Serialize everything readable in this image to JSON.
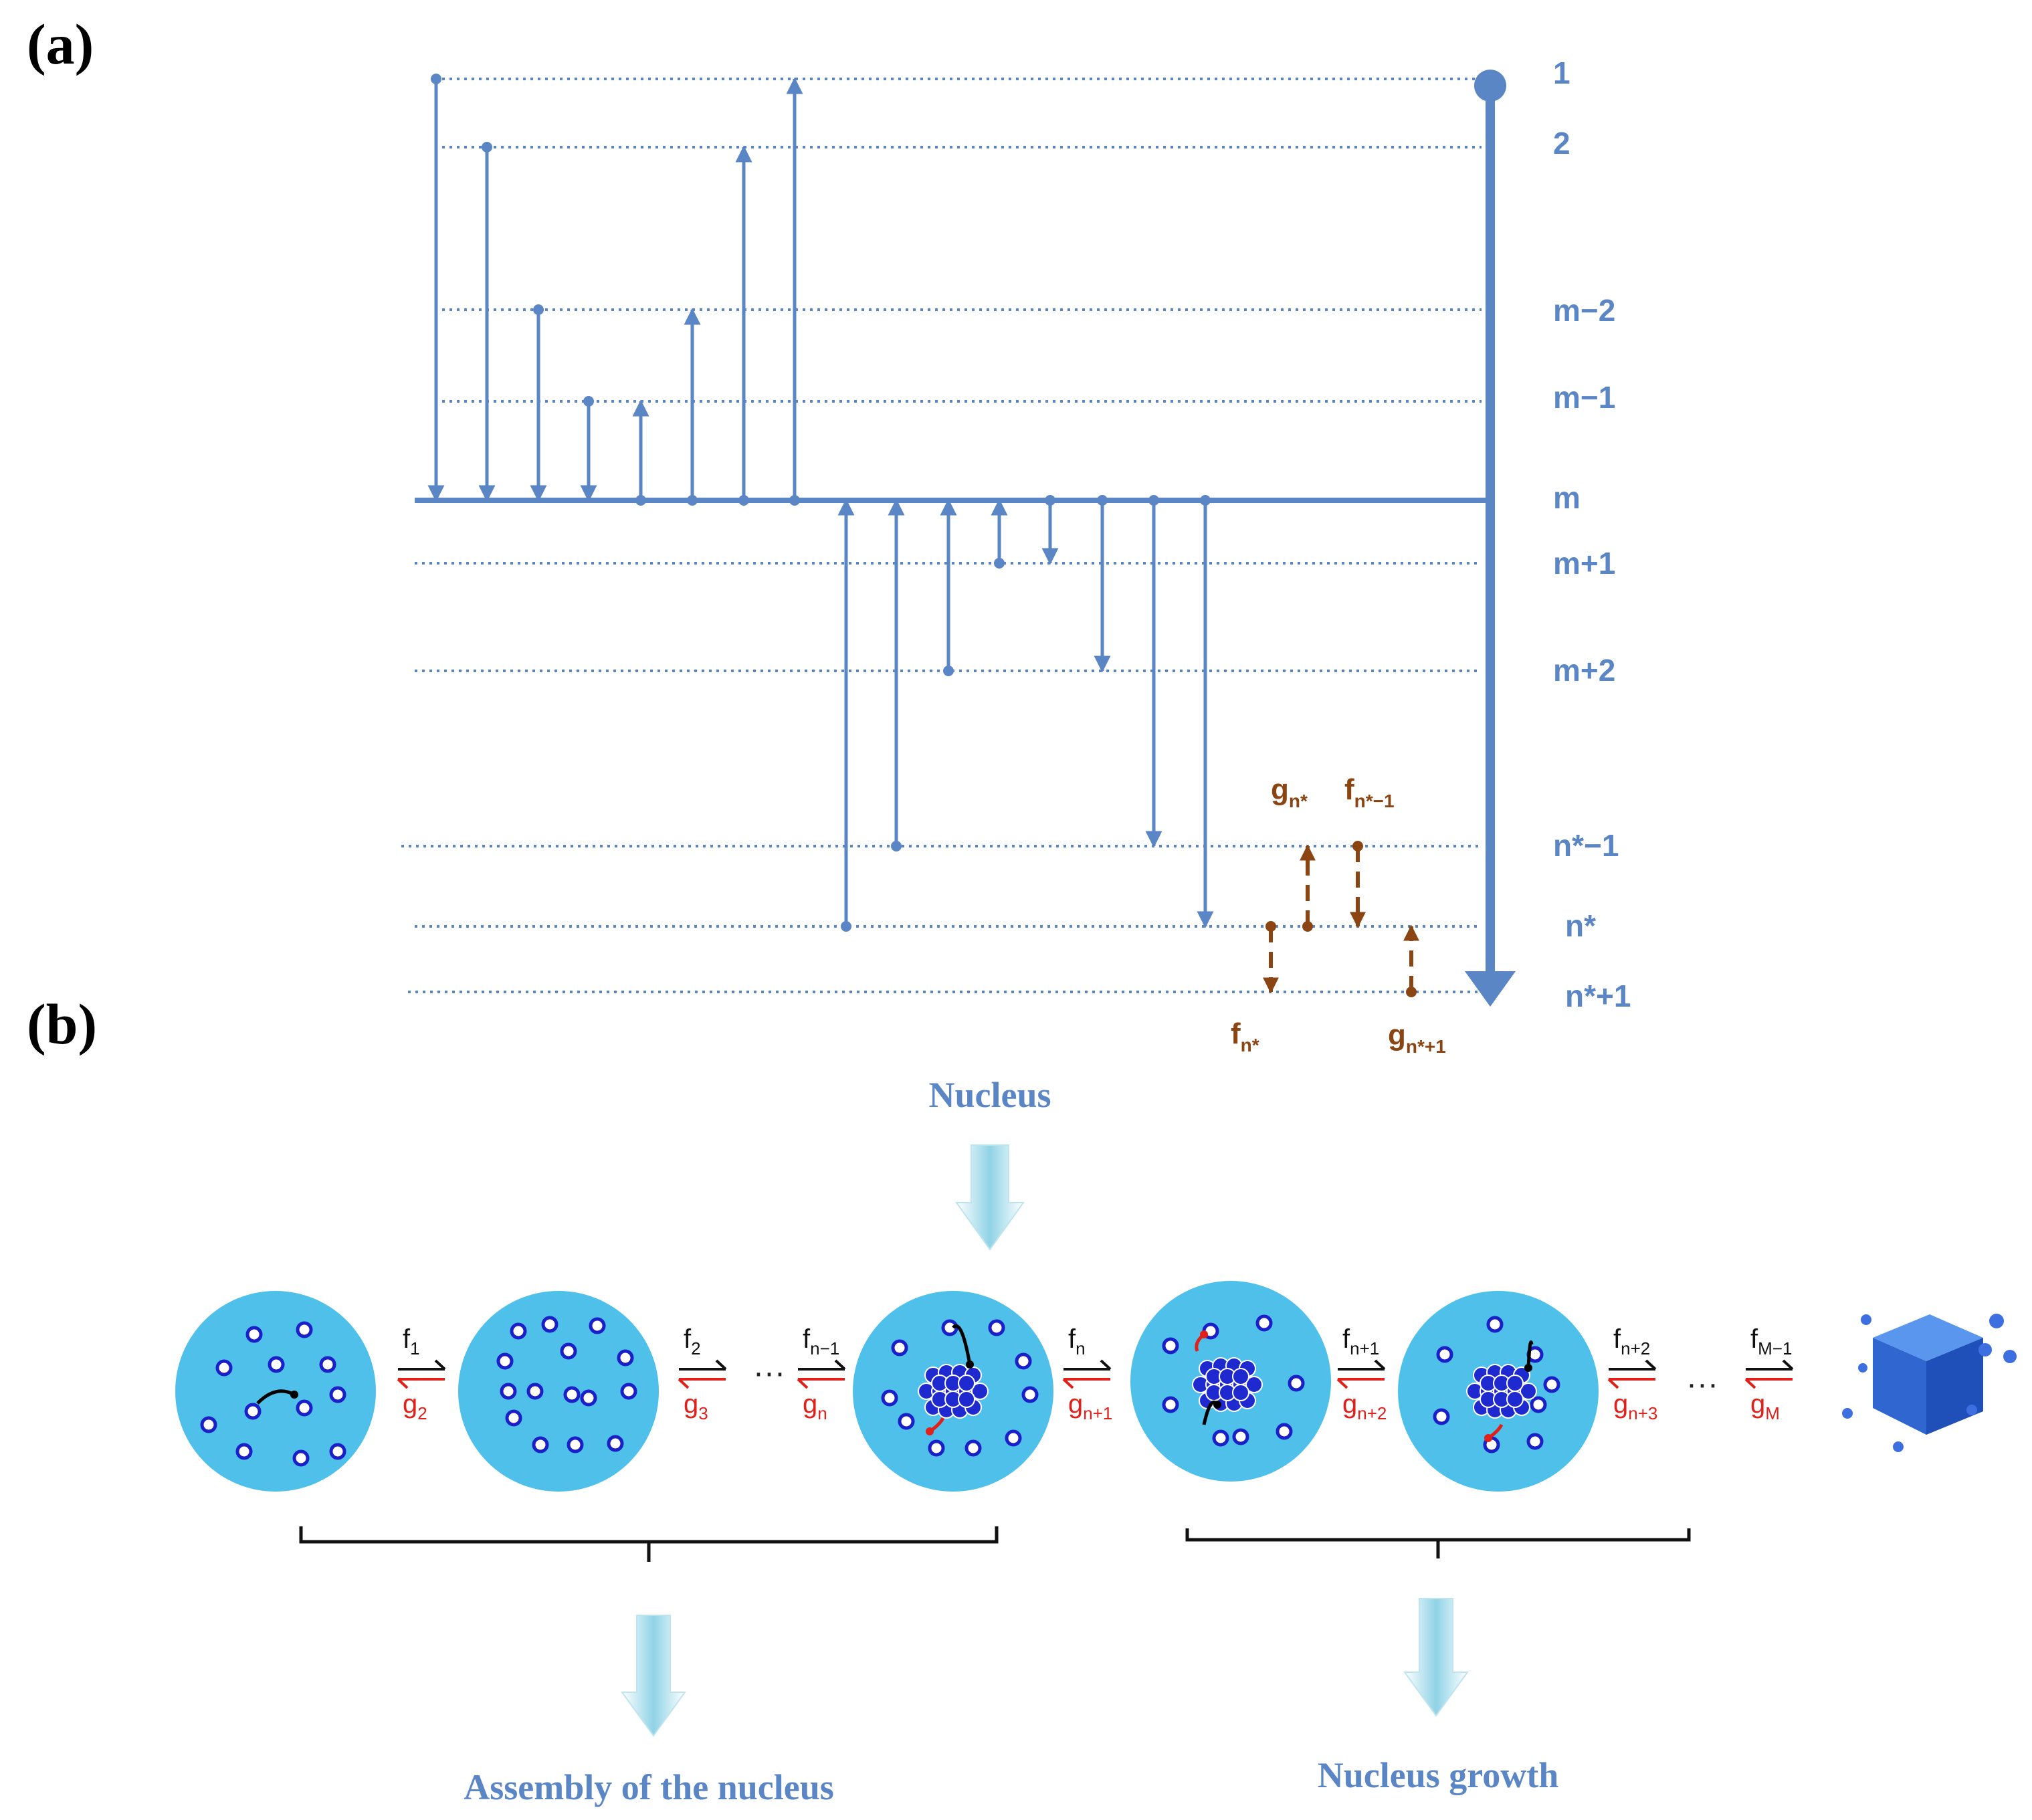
{
  "panels": {
    "a": "(a)",
    "b": "(b)"
  },
  "colors": {
    "blue_line": "#5B86C5",
    "brown_arrow": "#8B4513",
    "cell_fill": "#4EC0EA",
    "particle_stroke": "#1A1FC8",
    "forward_arrow": "#000000",
    "backward_arrow": "#E0201B"
  },
  "levels": [
    "1",
    "2",
    "m−2",
    "m−1",
    "m",
    "m+1",
    "m+2",
    "n*−1",
    "n*",
    "n*+1"
  ],
  "transition_labels": {
    "g_nstar": {
      "base": "g",
      "sub": "n*"
    },
    "f_nstar_minus1": {
      "base": "f",
      "sub": "n*−1"
    },
    "f_nstar": {
      "base": "f",
      "sub": "n*"
    },
    "g_nstar_plus1": {
      "base": "g",
      "sub": "n*+1"
    }
  },
  "labels": {
    "nucleus": "Nucleus",
    "assembly": "Assembly of the nucleus",
    "growth": "Nucleus growth"
  },
  "rates": [
    {
      "f": "f",
      "f_sub": "1",
      "g": "g",
      "g_sub": "2"
    },
    {
      "f": "f",
      "f_sub": "2",
      "g": "g",
      "g_sub": "3"
    },
    {
      "f": "f",
      "f_sub": "n−1",
      "g": "g",
      "g_sub": "n"
    },
    {
      "f": "f",
      "f_sub": "n",
      "g": "g",
      "g_sub": "n+1"
    },
    {
      "f": "f",
      "f_sub": "n+1",
      "g": "g",
      "g_sub": "n+2"
    },
    {
      "f": "f",
      "f_sub": "n+2",
      "g": "g",
      "g_sub": "n+3"
    },
    {
      "f": "f",
      "f_sub": "M−1",
      "g": "g",
      "g_sub": "M"
    }
  ],
  "ellipsis": "···"
}
